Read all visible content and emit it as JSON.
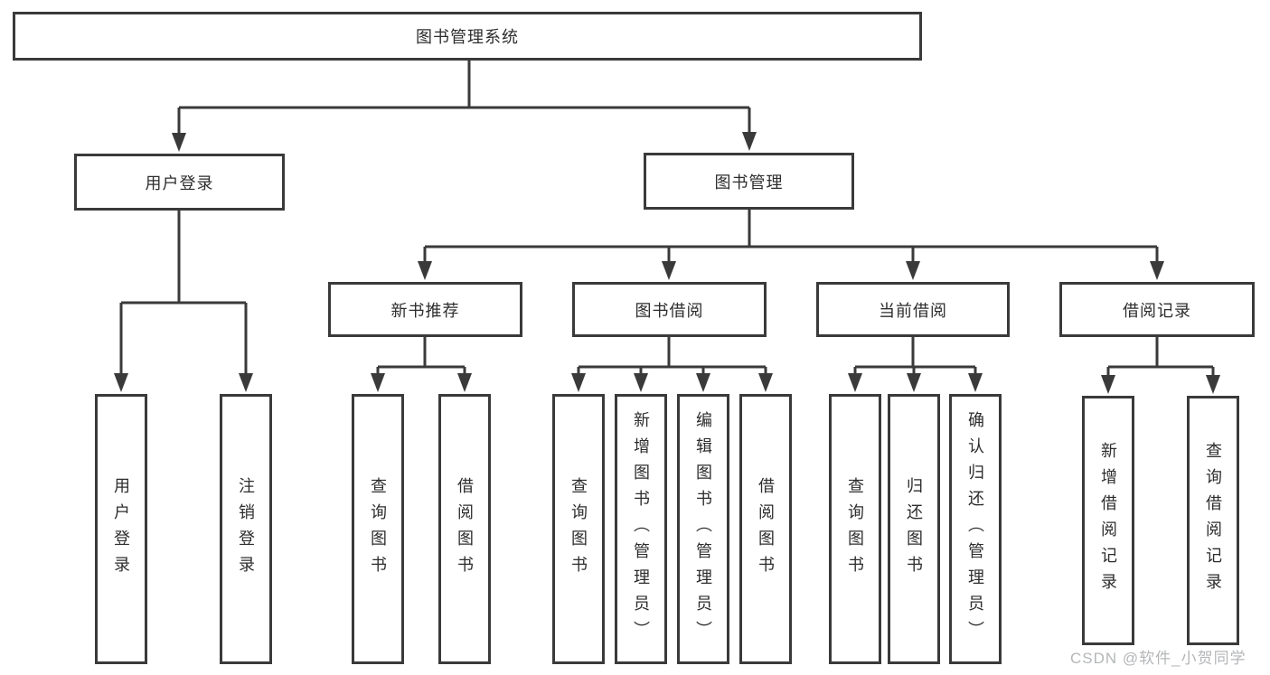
{
  "title_node": "图书管理系统",
  "branches": [
    {
      "label": "用户登录"
    },
    {
      "label": "图书管理"
    }
  ],
  "modules": [
    {
      "label": "新书推荐"
    },
    {
      "label": "图书借阅"
    },
    {
      "label": "当前借阅"
    },
    {
      "label": "借阅记录"
    }
  ],
  "leaves": [
    {
      "group": "用户登录",
      "label": "用户登录"
    },
    {
      "group": "用户登录",
      "label": "注销登录"
    },
    {
      "group": "新书推荐",
      "label": "查询图书"
    },
    {
      "group": "新书推荐",
      "label": "借阅图书"
    },
    {
      "group": "图书借阅",
      "label": "查询图书"
    },
    {
      "group": "图书借阅",
      "label": "新增图书（管理员）"
    },
    {
      "group": "图书借阅",
      "label": "编辑图书（管理员）"
    },
    {
      "group": "图书借阅",
      "label": "借阅图书"
    },
    {
      "group": "当前借阅",
      "label": "查询图书"
    },
    {
      "group": "当前借阅",
      "label": "归还图书"
    },
    {
      "group": "当前借阅",
      "label": "确认归还（管理员）"
    },
    {
      "group": "借阅记录",
      "label": "新增借阅记录"
    },
    {
      "group": "借阅记录",
      "label": "查询借阅记录"
    }
  ],
  "watermark": "CSDN @软件_小贺同学",
  "colors": {
    "line": "#3a3a3a",
    "text": "#2d2d2d",
    "watermark": "#b4b6b8",
    "background": "#ffffff"
  }
}
